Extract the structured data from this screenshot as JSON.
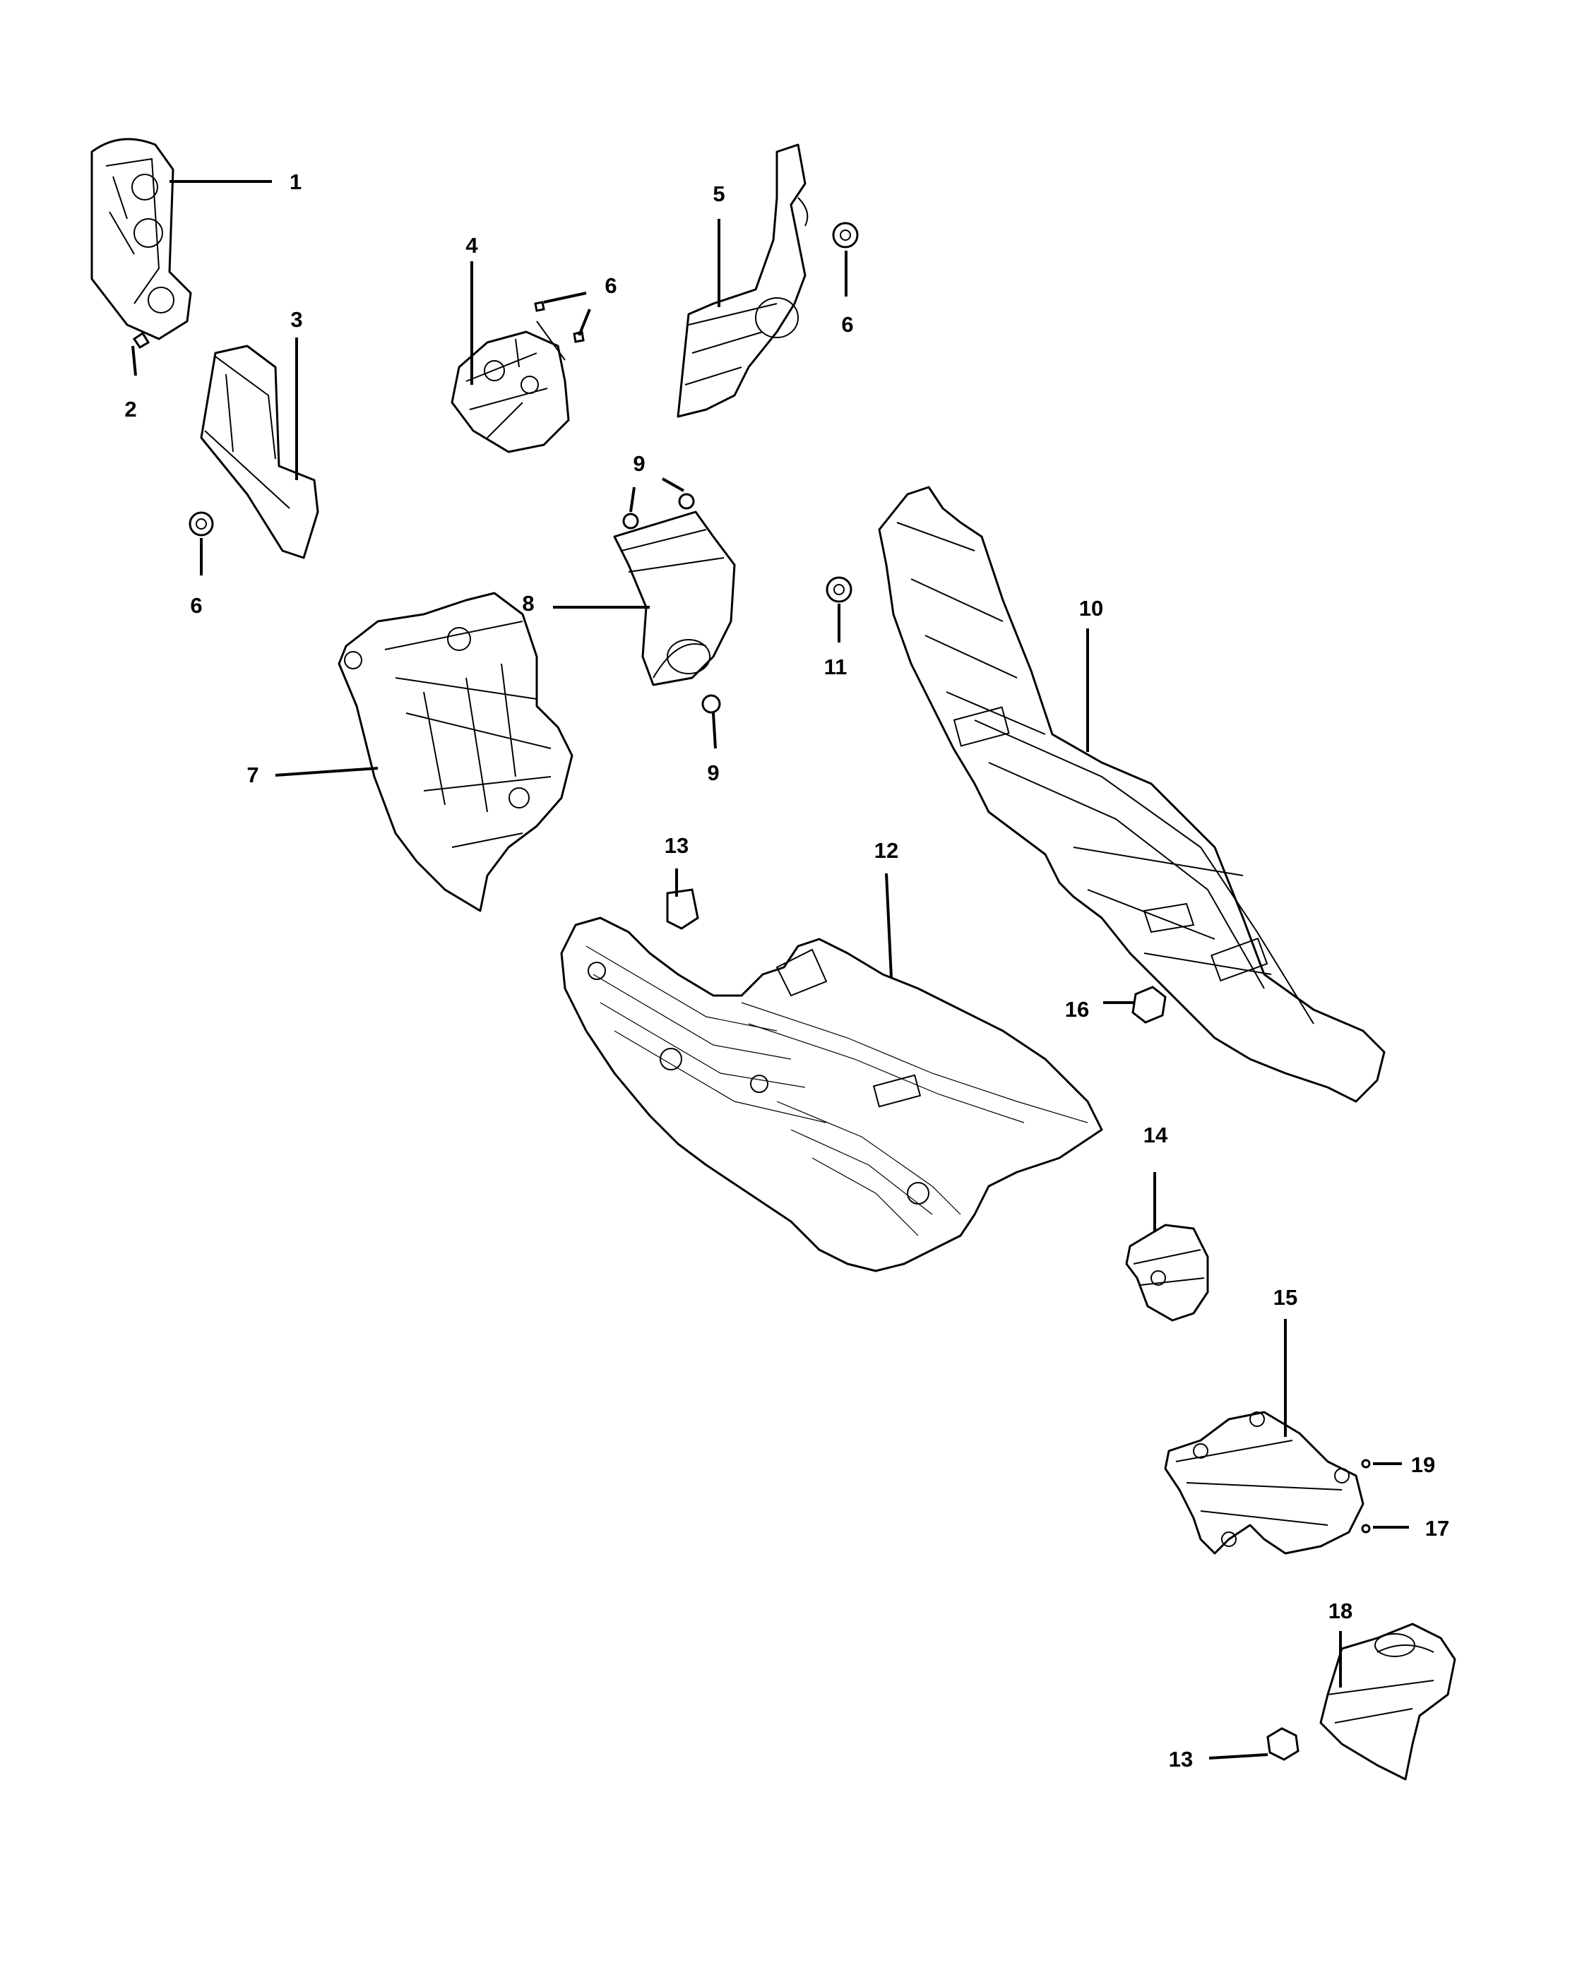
{
  "callouts": {
    "c1": "1",
    "c2": "2",
    "c3": "3",
    "c4": "4",
    "c5": "5",
    "c6a": "6",
    "c6b": "6",
    "c6c": "6",
    "c7": "7",
    "c8": "8",
    "c9a": "9",
    "c9b": "9",
    "c10": "10",
    "c11": "11",
    "c12": "12",
    "c13a": "13",
    "c13b": "13",
    "c14": "14",
    "c15": "15",
    "c16": "16",
    "c17": "17",
    "c18": "18",
    "c19": "19"
  }
}
